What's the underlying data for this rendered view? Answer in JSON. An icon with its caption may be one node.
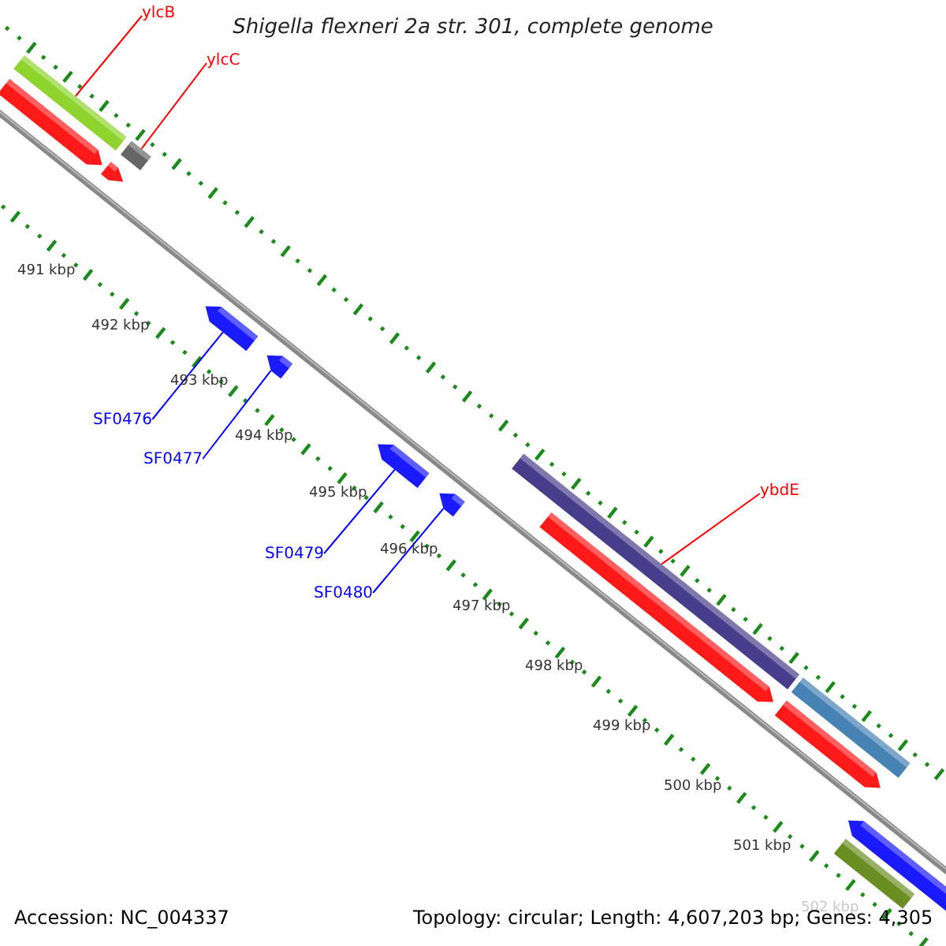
{
  "diagram": {
    "title": "Shigella flexneri 2a str. 301, complete genome",
    "nodes": [
      {
        "text": [
          "ylcB"
        ]
      },
      {
        "text": [],
        "shape": "bar"
      },
      {
        "text": [
          "ylcC"
        ]
      },
      {
        "text": [],
        "shape": "bar"
      },
      {
        "text": [
          "SF0476"
        ]
      },
      {
        "text": [],
        "shape": "bar"
      },
      {
        "text": [
          "SF0477"
        ]
      },
      {
        "text": [],
        "shape": "bar"
      },
      {
        "text": [
          "SF0479"
        ]
      },
      {
        "text": [],
        "shape": "bar"
      },
      {
        "text": [
          "SF0480"
        ]
      },
      {
        "text": [],
        "shape": "bar"
      },
      {
        "text": [
          "ybdE"
        ]
      },
      {
        "text": [],
        "shape": "bar"
      },
      {
        "text": [],
        "shape": "bar"
      },
      {
        "text": [],
        "shape": "bar"
      },
      {
        "text": [],
        "shape": "bar"
      },
      {
        "text": [],
        "shape": "bar"
      },
      {
        "text": [],
        "shape": "bar"
      },
      {
        "text": [],
        "shape": "bar"
      },
      {
        "text": [],
        "shape": "bar"
      }
    ],
    "edges": [
      {
        "from": 0,
        "to": 1,
        "arrow": "none",
        "color": "#ff0000"
      },
      {
        "from": 2,
        "to": 3,
        "arrow": "none",
        "color": "#ff0000"
      },
      {
        "from": 4,
        "to": 5,
        "arrow": "none"
      },
      {
        "from": 6,
        "to": 7,
        "arrow": "none"
      },
      {
        "from": 8,
        "to": 9,
        "arrow": "none"
      },
      {
        "from": 10,
        "to": 11,
        "arrow": "none"
      },
      {
        "from": 12,
        "to": 13,
        "arrow": "none",
        "color": "#ff0000"
      }
    ],
    "labels": [
      "491 kbp",
      "492 kbp",
      "493 kbp",
      "494 kbp",
      "495 kbp",
      "496 kbp",
      "497 kbp",
      "498 kbp",
      "499 kbp",
      "500 kbp",
      "501 kbp",
      "502 kbp",
      "Accession: NC_004337",
      "Topology: circular; Length: 4,607,203 bp; Genes: 4,305"
    ]
  }
}
